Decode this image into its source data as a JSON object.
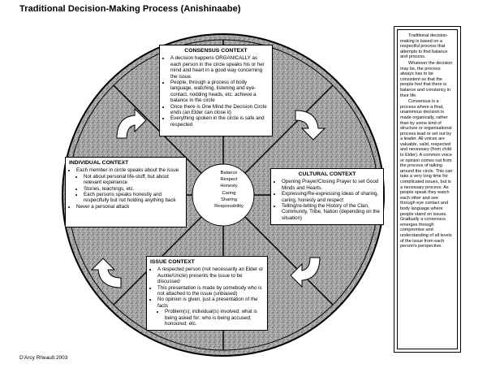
{
  "title": "Traditional Decision-Making Process (Anishinaabe)",
  "credit": "D'Arcy Rheault 2003",
  "center_values": [
    "Balance",
    "Respect",
    "Honesty",
    "Caring",
    "Sharing",
    "Responsibility"
  ],
  "consensus": {
    "heading": "CONSENSUS CONTEXT",
    "items": [
      "A decision happens ORGANICALLY as each person in the circle speaks his or her mind and heart in a good way concerning the issue.",
      "People, through a process of body language, watching, listening and eye-contact, nodding heads, etc. achieve a balance in the circle",
      "Once there is One Mind the Decision Circle ends (an Elder can close it)",
      "Everything spoken in the circle is safe and respected"
    ]
  },
  "individual": {
    "heading": "INDIVIDUAL CONTEXT",
    "item1": "Each member in circle speaks about the issue",
    "sub": [
      "Not about personal life-stuff, but about relevant experience",
      "Stories, teachings, etc.",
      "Each persons speaks honestly and respectfully but not holding anything back"
    ],
    "item2": "Never a personal attack"
  },
  "cultural": {
    "heading": "CULTURAL CONTEXT",
    "items": [
      "Opening Prayer/Closing Prayer to set Good Minds and Hearts.",
      "Expressing/Re-expressing ideas of sharing, caring, honesty and respect",
      "Telling/re-telling the History of the Clan, Community, Tribe, Nation (depending on the situation)"
    ]
  },
  "issue": {
    "heading": "ISSUE CONTEXT",
    "items": [
      "A respected person (not necessarily an Elder or Auntie/Uncle) presents the issue to be discussed",
      "This presentation is made by somebody who is not attached to the issue (unbiased)",
      "No opinion is given, just a presentation of the facts"
    ],
    "sub": "Problem(s); individual(s) involved; what is being asked for; who is being accused; honoured; etc."
  },
  "sidebar": {
    "paragraphs": [
      "Traditional decision-making is based on a respectful process that attempts to find balance and process.",
      "Whatever the decision may be, the process always has to be consistent so that the people feel that there is balance and constancy in their life.",
      "Consensus is a process where a final, unanimous decision is made organically, rather than by some kind of structure or organisational process lead or set out by a leader. All voices are valuable, valid, respected and necessary (from child to Elder). A common voice or opinion comes out from the process of talking around the circle. This can take a very long time for complicated issues, but is a necessary process. As people speak they watch each other and see through eye contact and body language where people stand on issues. Gradually a consensus emerges through compromise and understanding of all levels of the issue from each person's perspective."
    ]
  },
  "colors": {
    "ring_fill": "#a8a8a8",
    "arrow_fill": "#ffffff",
    "line": "#000000"
  }
}
